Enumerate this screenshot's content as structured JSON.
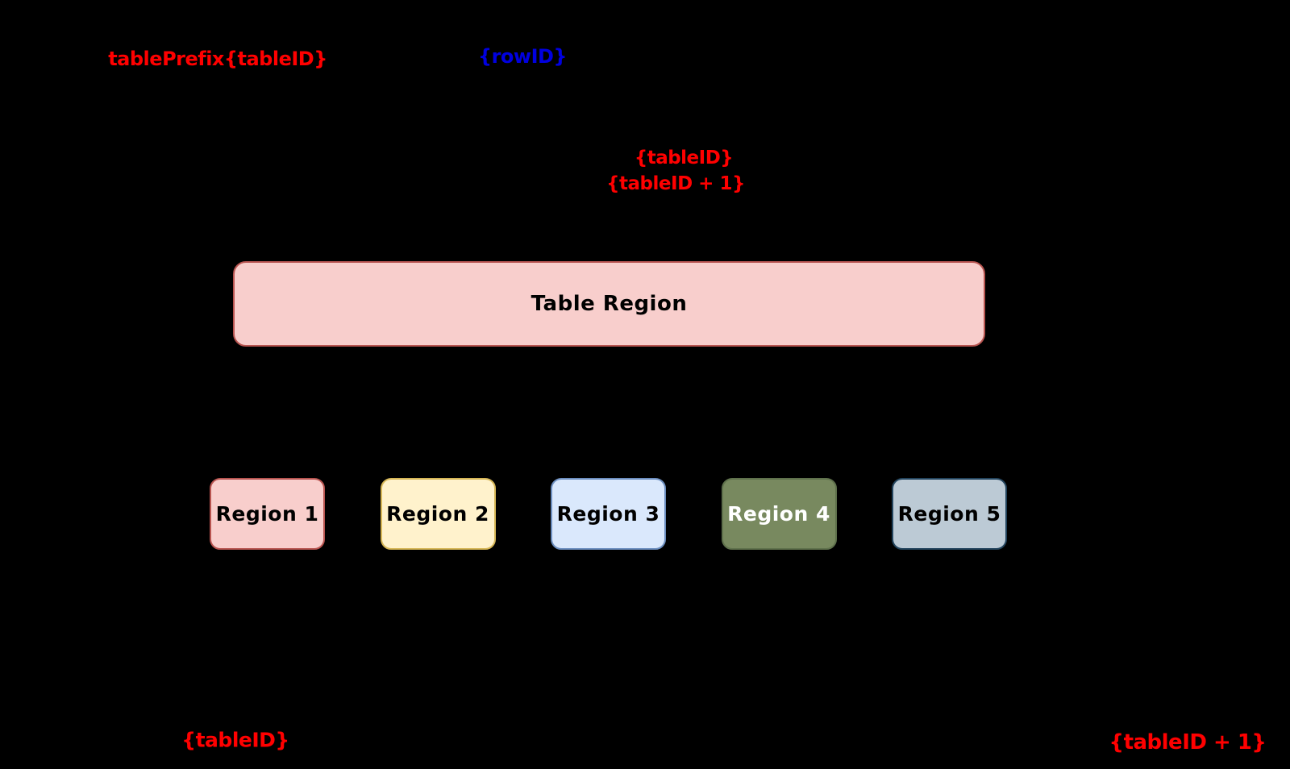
{
  "canvas": {
    "background": "#000000"
  },
  "annotations": {
    "table_prefix": {
      "text": "tablePrefix{tableID}",
      "color": "#ff0000"
    },
    "row_id": {
      "text": "{rowID}",
      "color": "#0000e0"
    },
    "range_start": {
      "text": "{tableID}",
      "color": "#ff0000"
    },
    "range_end": {
      "text": "{tableID + 1}",
      "color": "#ff0000"
    },
    "bottom_start": {
      "text": "{tableID}",
      "color": "#ff0000"
    },
    "bottom_end": {
      "text": "{tableID + 1}",
      "color": "#ff0000"
    }
  },
  "table_region": {
    "label": "Table Region",
    "fill": "#f8cecc",
    "border": "#b85450",
    "text_color": "#000000"
  },
  "regions": [
    {
      "label": "Region 1",
      "fill": "#f8cecc",
      "border": "#b85450",
      "text_color": "#000000"
    },
    {
      "label": "Region 2",
      "fill": "#fff2cc",
      "border": "#d6b656",
      "text_color": "#000000"
    },
    {
      "label": "Region 3",
      "fill": "#dae8fc",
      "border": "#6c8ebf",
      "text_color": "#000000"
    },
    {
      "label": "Region 4",
      "fill": "#78895f",
      "border": "#5f714c",
      "text_color": "#ffffff"
    },
    {
      "label": "Region 5",
      "fill": "#bccad5",
      "border": "#23445d",
      "text_color": "#000000"
    }
  ]
}
